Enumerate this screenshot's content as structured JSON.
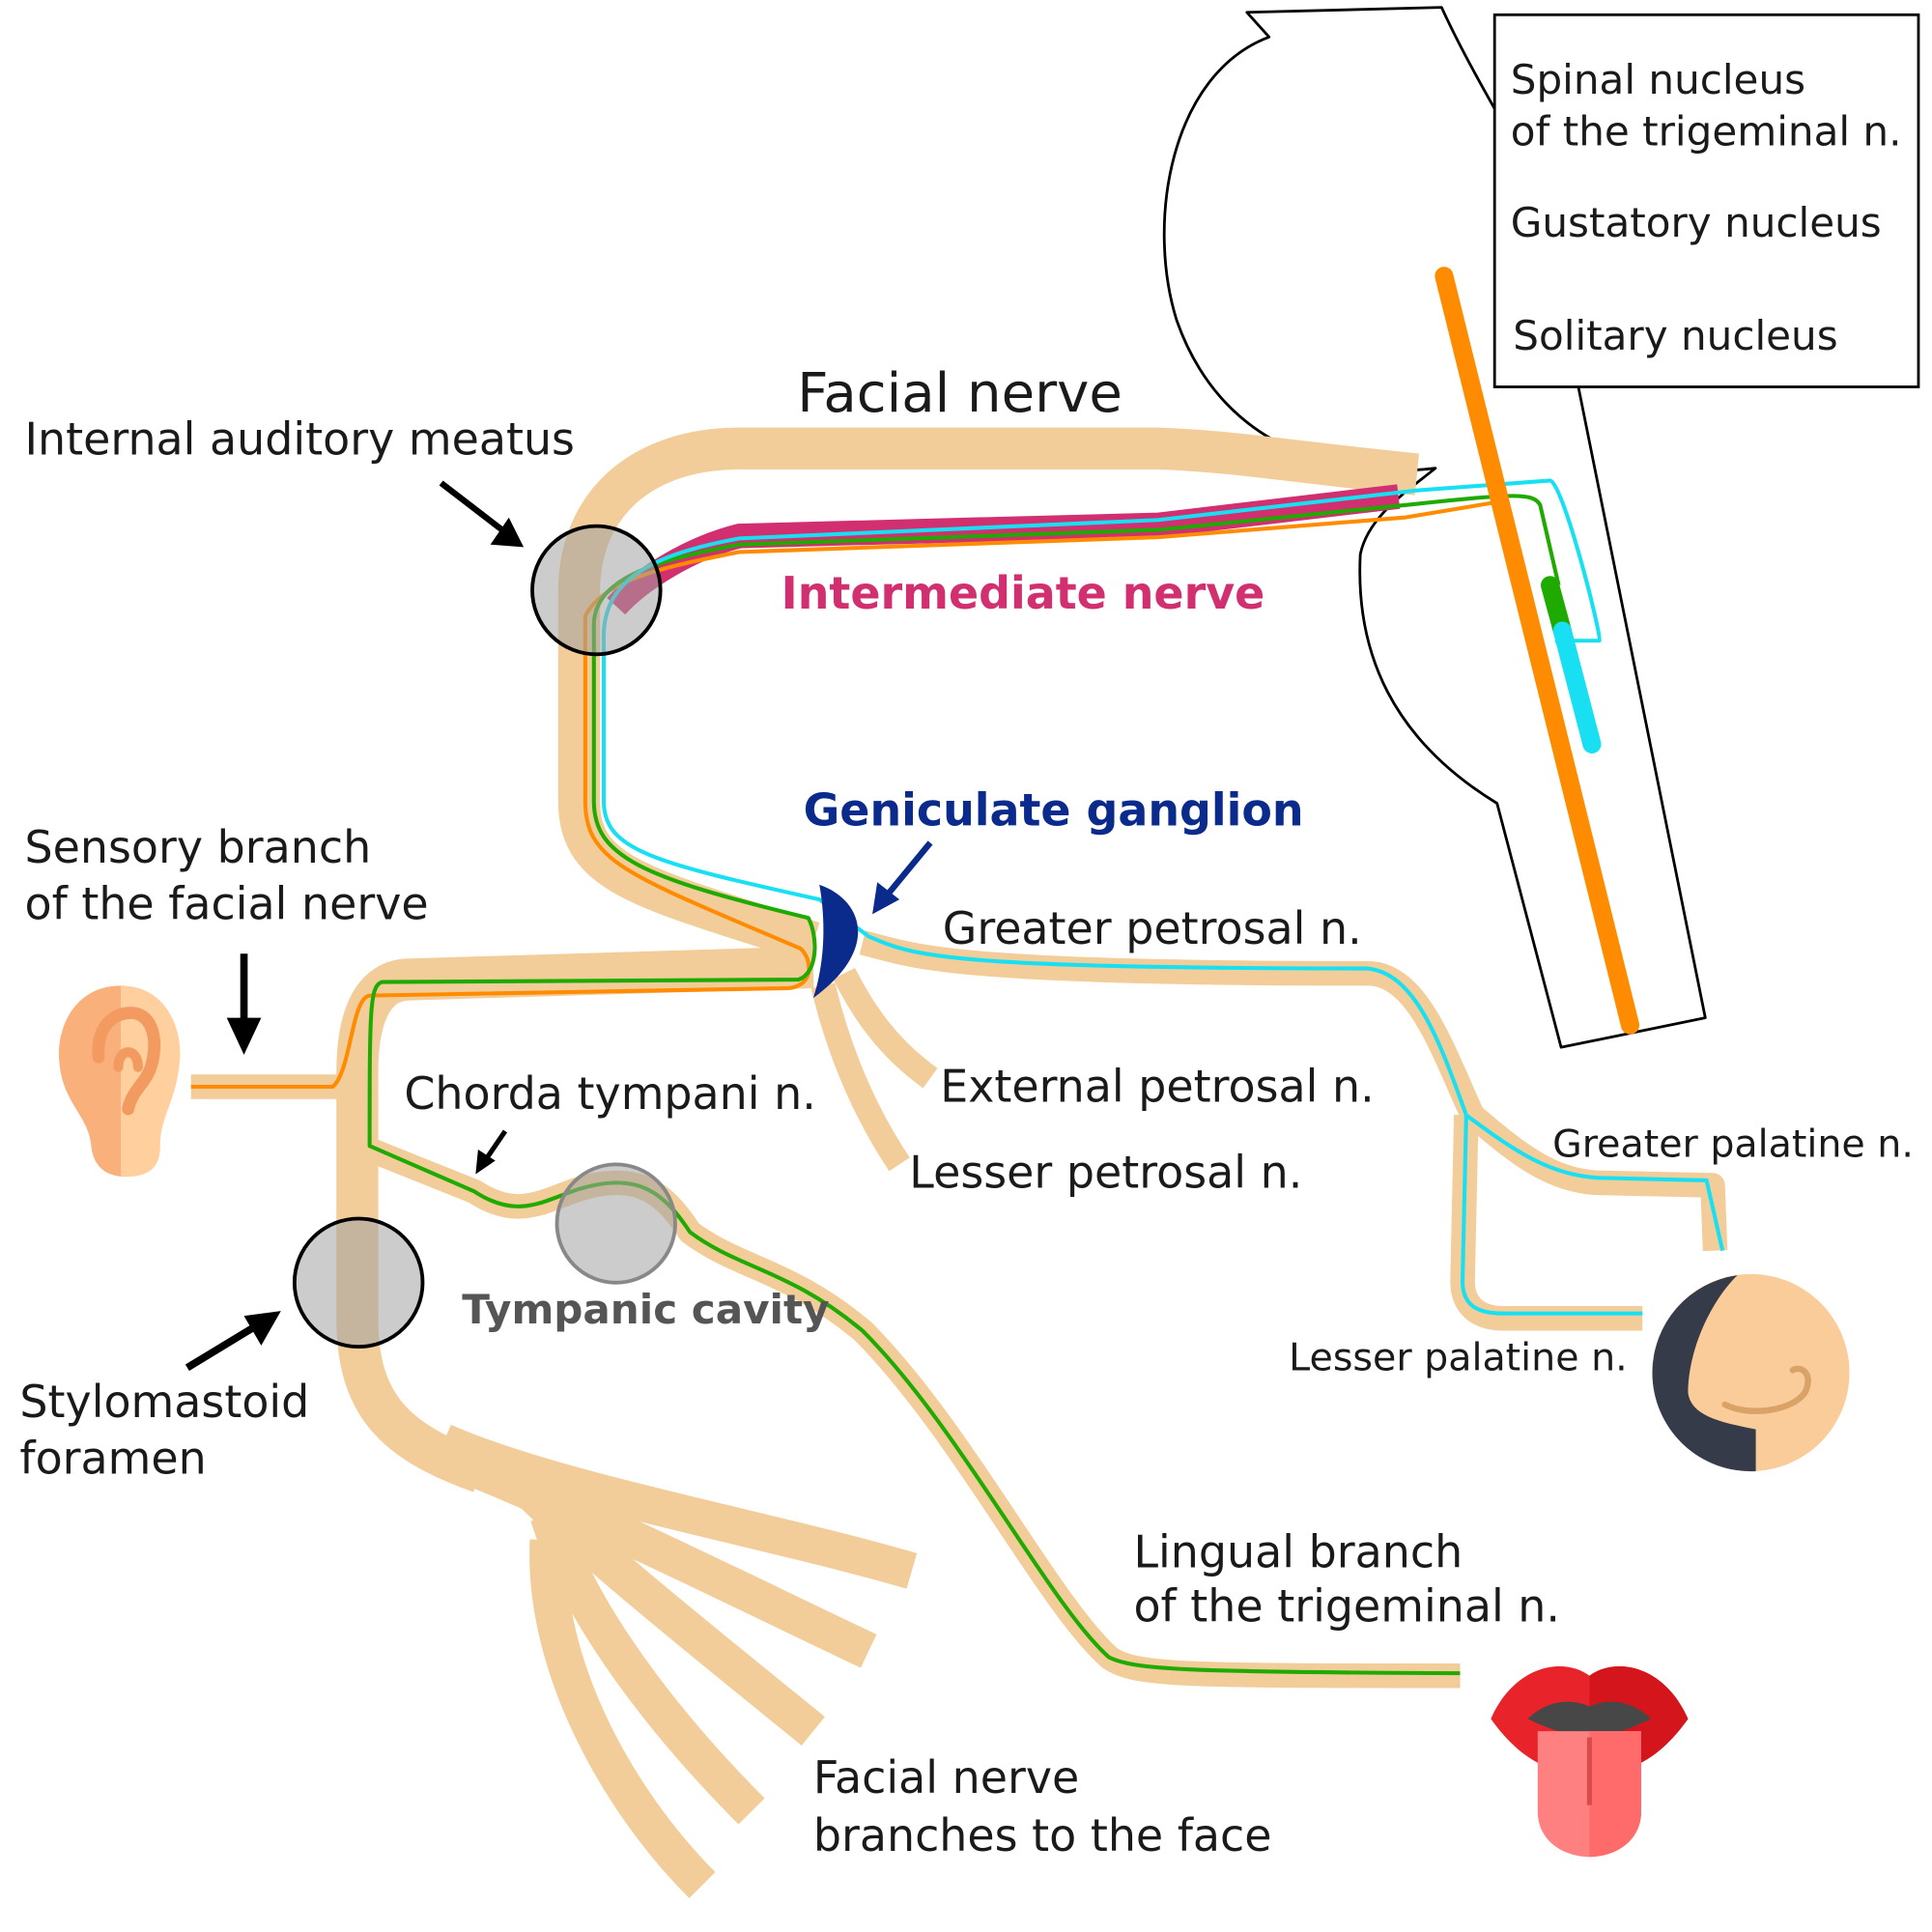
{
  "colors": {
    "nerve": "#f2cd9a",
    "trigeminal": "#ff8c00",
    "gustatory": "#1faa00",
    "solitary": "#18dff0",
    "intermediate": "#d12f6f",
    "ganglion": "#0a2a8c",
    "foramen_fill": "#a3a3a3",
    "label_dark": "#1a1a1a",
    "tympanic_label": "#555555"
  },
  "legend": {
    "spinal_line1": "Spinal nucleus",
    "spinal_line2": "of the trigeminal n.",
    "gustatory": "Gustatory nucleus",
    "solitary": "Solitary nucleus"
  },
  "labels": {
    "facial_nerve": "Facial nerve",
    "internal_auditory_meatus": "Internal auditory meatus",
    "intermediate_nerve": "Intermediate nerve",
    "geniculate_ganglion": "Geniculate ganglion",
    "greater_petrosal": "Greater petrosal n.",
    "external_petrosal": "External petrosal n.",
    "lesser_petrosal": "Lesser petrosal n.",
    "sensory_branch_line1": "Sensory branch",
    "sensory_branch_line2": "of the facial nerve",
    "chorda_tympani": "Chorda tympani n.",
    "tympanic_cavity": "Tympanic cavity",
    "stylomastoid_line1": "Stylomastoid",
    "stylomastoid_line2": "foramen",
    "greater_palatine": "Greater palatine n.",
    "lesser_palatine": "Lesser palatine n.",
    "lingual_line1": "Lingual branch",
    "lingual_line2": "of the trigeminal n.",
    "face_branches_line1": "Facial nerve",
    "face_branches_line2": "branches to the face"
  },
  "icons": {
    "ear": "ear-icon",
    "nose": "nose-icon",
    "mouth": "mouth-tongue-icon"
  }
}
